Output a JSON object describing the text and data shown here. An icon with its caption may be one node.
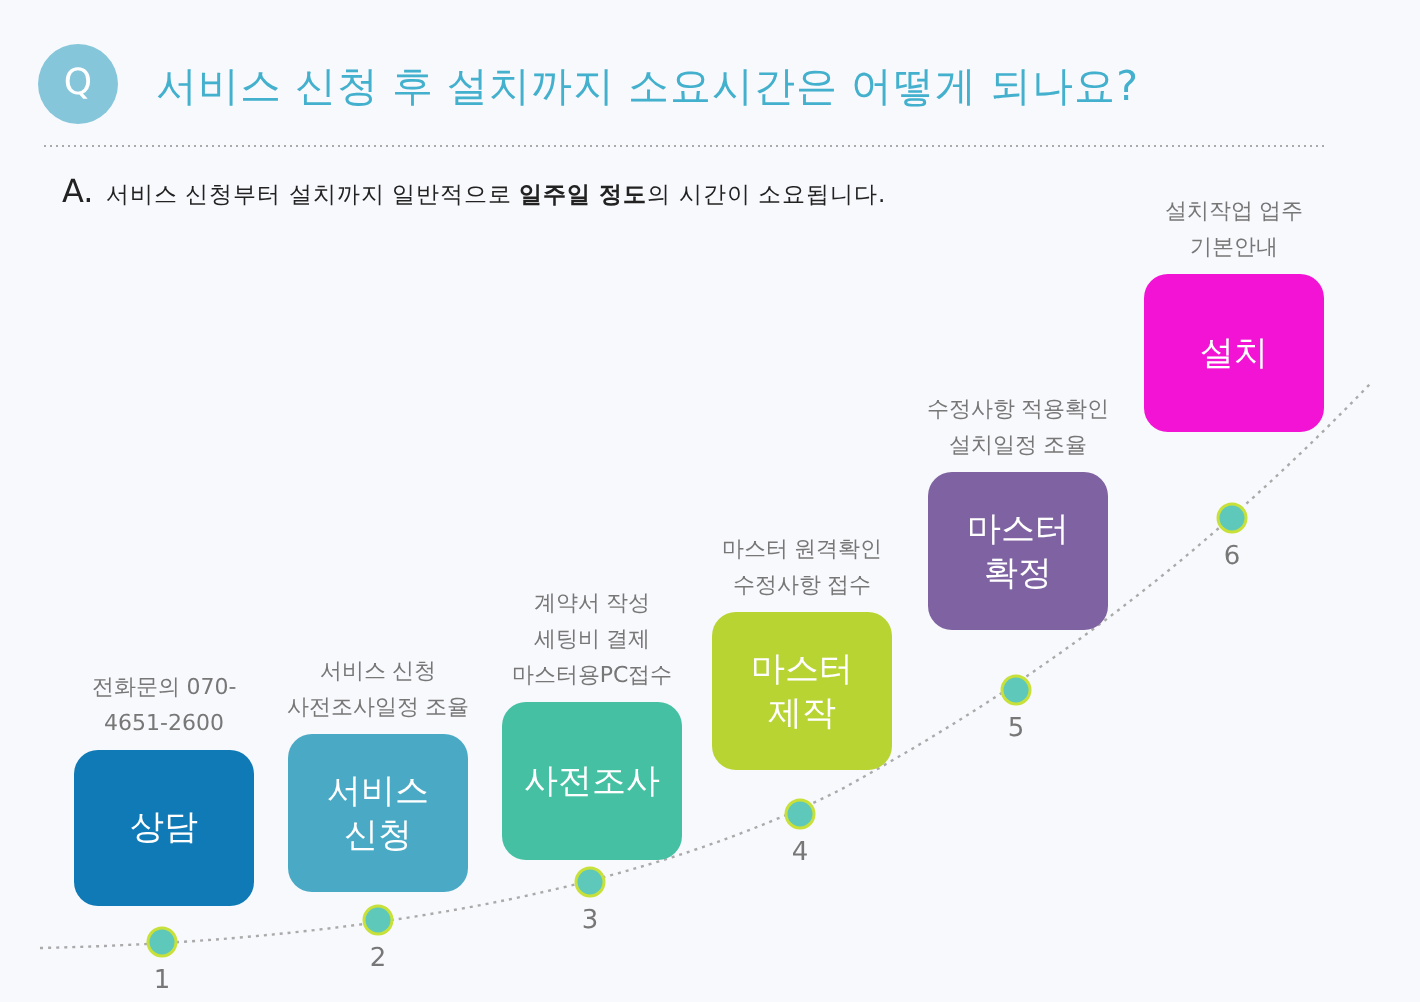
{
  "diagram": {
    "title": "서비스 신청 후 설치까지 소요시간은 어떻게 되나요?",
    "nodes": [
      {
        "text": [
          "상담"
        ],
        "beside": [
          "전화문의 070-4651-2600"
        ]
      },
      {
        "text": [
          "서비스 신청"
        ],
        "beside": [
          "서비스 신청 사전조사일정 조율"
        ]
      },
      {
        "text": [
          "사전조사"
        ],
        "beside": [
          "계약서 작성 세팅비 결제 마스터용PC접수"
        ]
      },
      {
        "text": [
          "마스터 제작"
        ],
        "beside": [
          "마스터 원격확인 수정사항 접수"
        ]
      },
      {
        "text": [
          "마스터 확정"
        ],
        "beside": [
          "수정사항 적용확인 설치일정 조율"
        ]
      },
      {
        "text": [
          "설치"
        ],
        "beside": [
          "설치작업 업주 기본안내"
        ]
      }
    ],
    "labels": [
      "Q",
      "A.",
      "서비스 신청부터 설치까지 일반적으로 **일주일 정도**의 시간이 소요됩니다.",
      "1",
      "2",
      "3",
      "4",
      "5",
      "6"
    ]
  }
}
